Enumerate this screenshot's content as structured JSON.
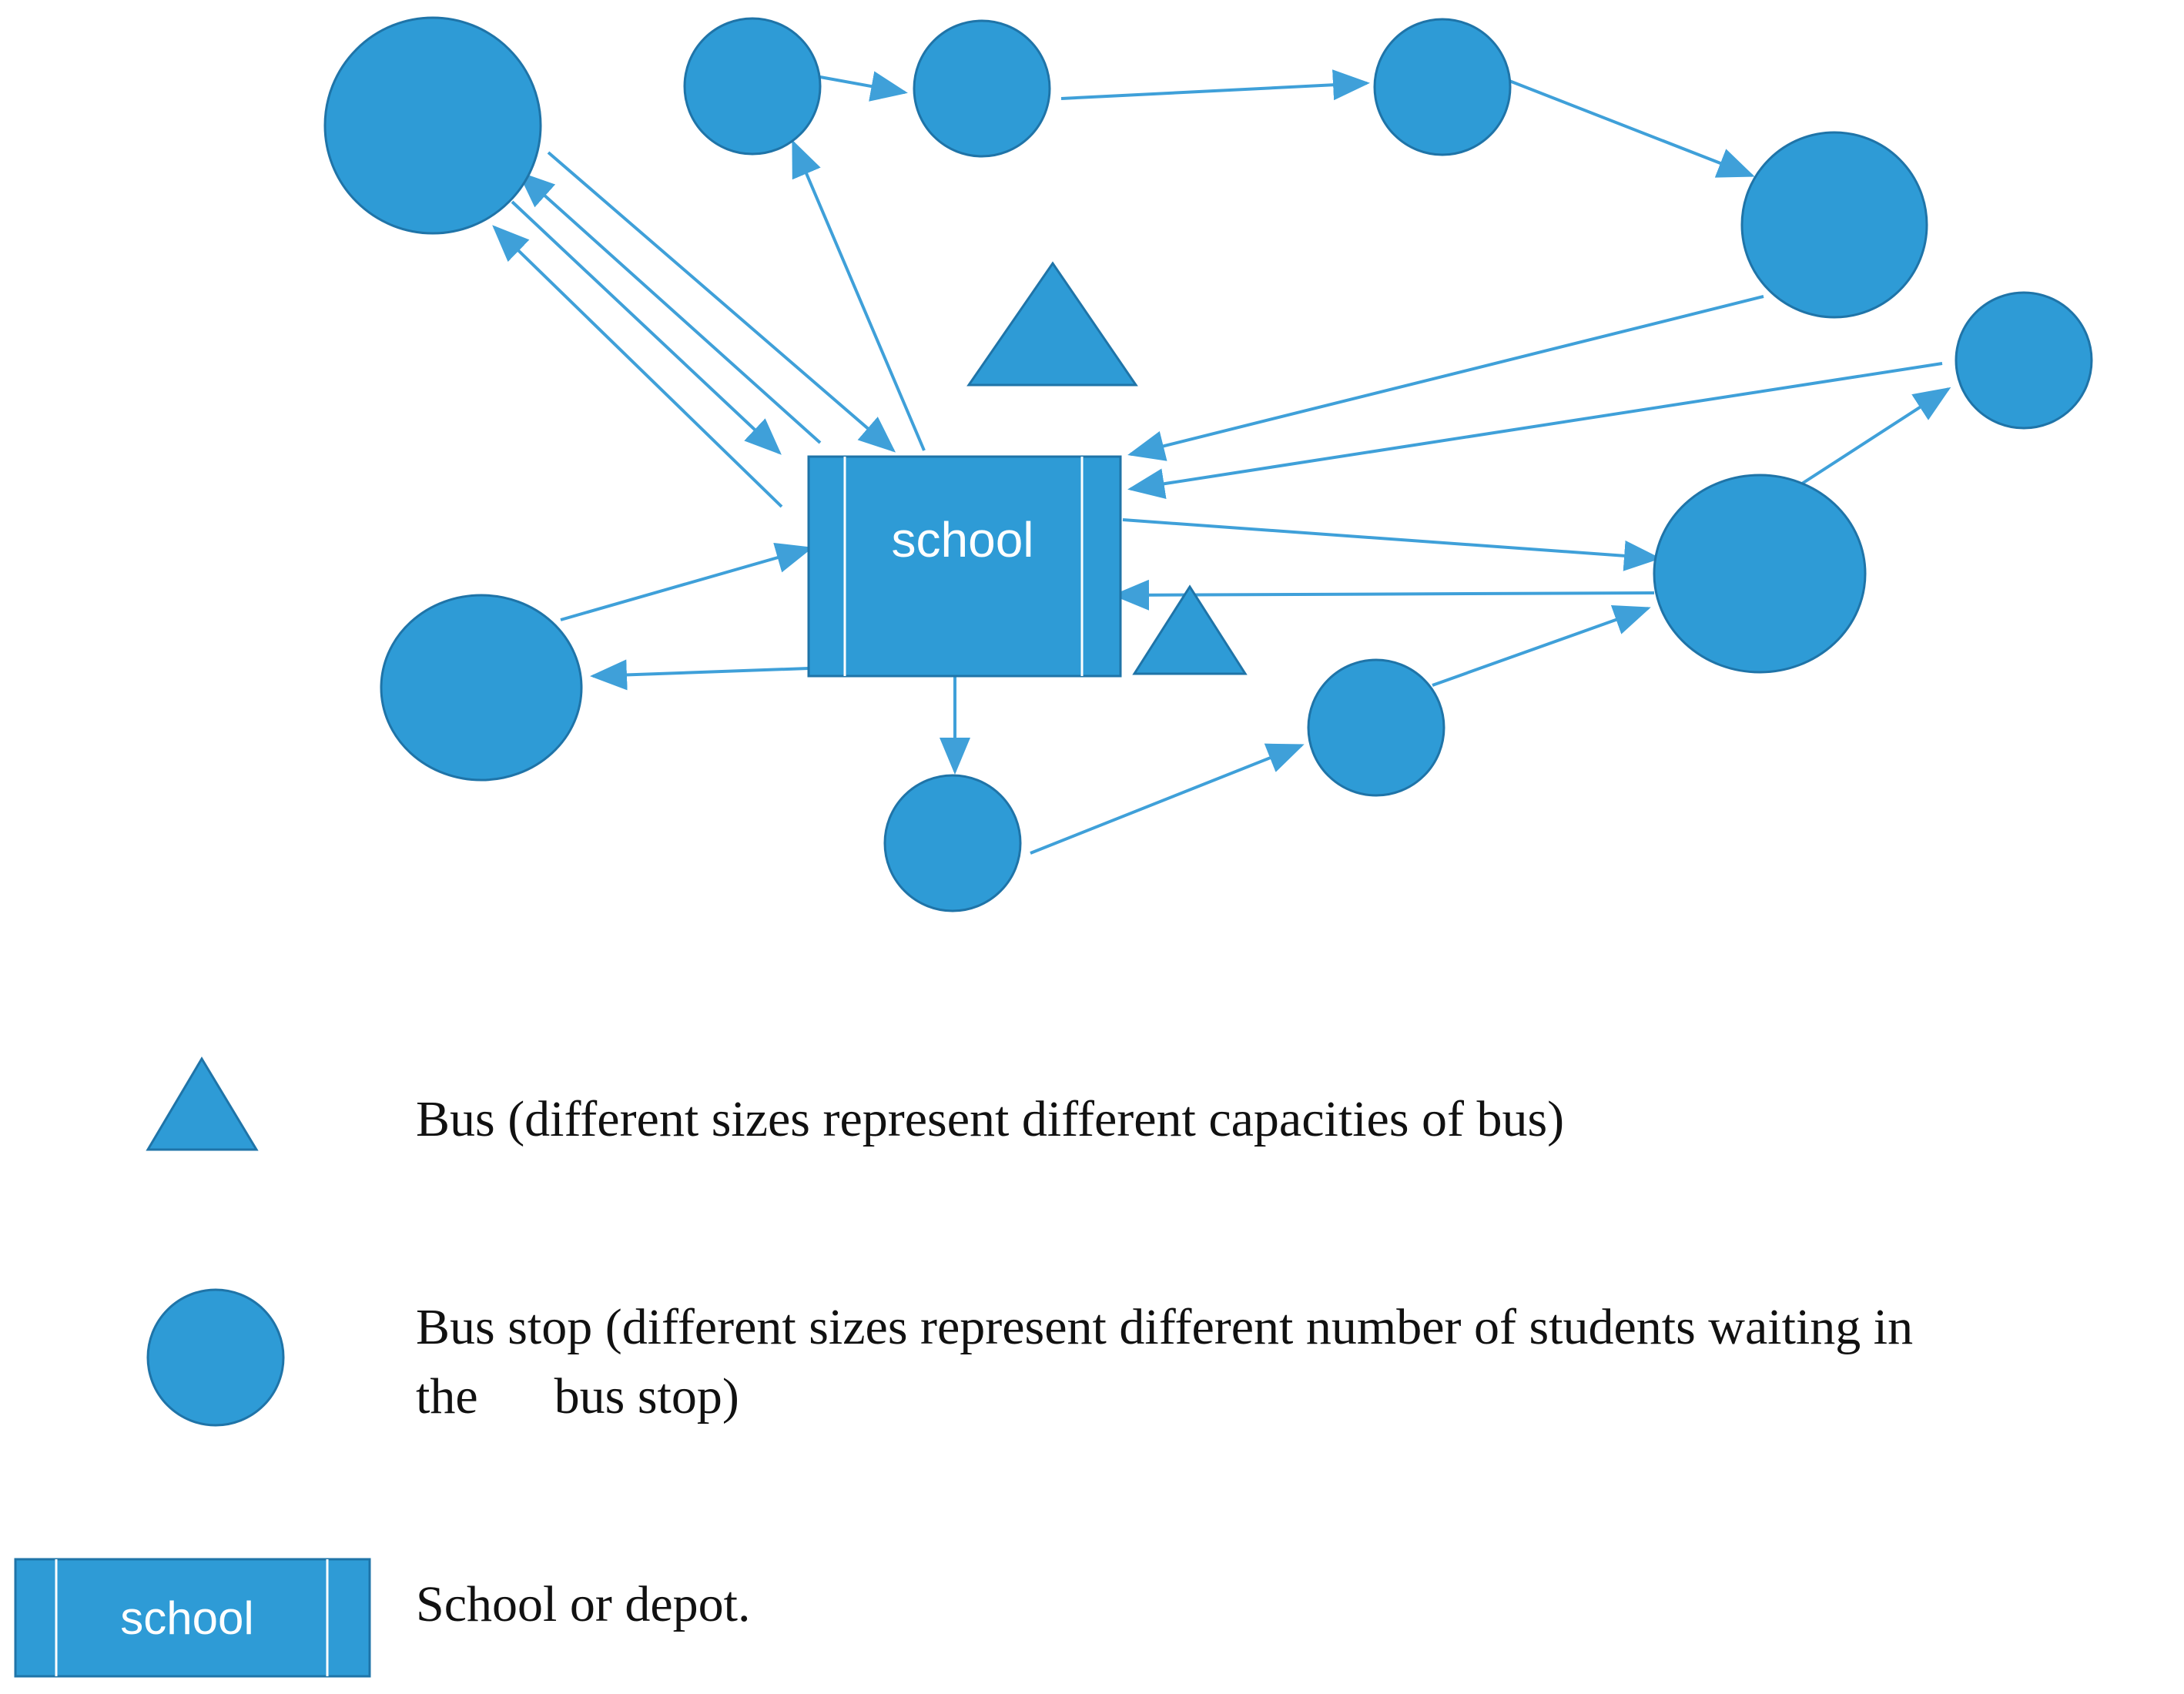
{
  "diagram": {
    "school_label": "school",
    "colors": {
      "node_fill": "#2e9bd6",
      "node_stroke": "#1f74a8",
      "edge": "#3fa0d9"
    }
  },
  "legend": {
    "bus": "Bus (different sizes represent different capacities of bus)",
    "bus_stop_line1": "Bus stop (different sizes represent different number of students waiting in",
    "bus_stop_line2": "the      bus stop)",
    "school_label": "school",
    "school_desc": "School or depot."
  }
}
